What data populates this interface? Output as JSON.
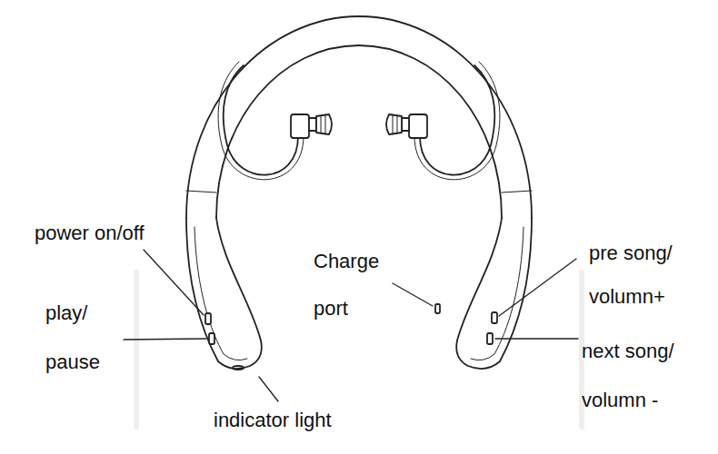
{
  "diagram": {
    "labels": [
      "power on/off",
      "play/ pause",
      "indicator light",
      "Charge port",
      "pre song/ volumn+",
      "next song/ volumn -"
    ]
  }
}
